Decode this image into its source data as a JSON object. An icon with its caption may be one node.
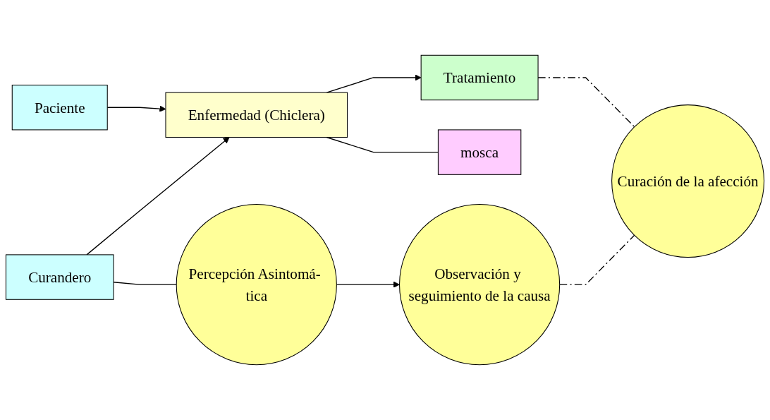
{
  "diagram": {
    "nodes": [
      {
        "text": [
          "Paciente"
        ]
      },
      {
        "text": [
          "Curandero"
        ]
      },
      {
        "text": [
          "Enfermedad (Chiclera)"
        ]
      },
      {
        "text": [
          "mosca"
        ]
      },
      {
        "text": [
          "Tratamiento"
        ]
      },
      {
        "text": [
          "Percepción Asintomá- tica"
        ]
      },
      {
        "text": [
          "Observación y seguimiento de la causa"
        ]
      },
      {
        "text": [
          "Curación de la afección"
        ]
      }
    ],
    "edges": [
      {
        "from": 0,
        "to": 2,
        "arrow": "to"
      },
      {
        "from": 1,
        "to": 2,
        "arrow": "to"
      },
      {
        "from": 2,
        "to": 4,
        "arrow": "to"
      },
      {
        "from": 2,
        "to": 3,
        "arrow": "none"
      },
      {
        "from": 1,
        "to": 5,
        "arrow": "none"
      },
      {
        "from": 5,
        "to": 6,
        "arrow": "to"
      },
      {
        "from": 6,
        "to": 7,
        "arrow": "none",
        "style": "dashed"
      },
      {
        "from": 4,
        "to": 7,
        "arrow": "none",
        "style": "dashed"
      }
    ]
  }
}
